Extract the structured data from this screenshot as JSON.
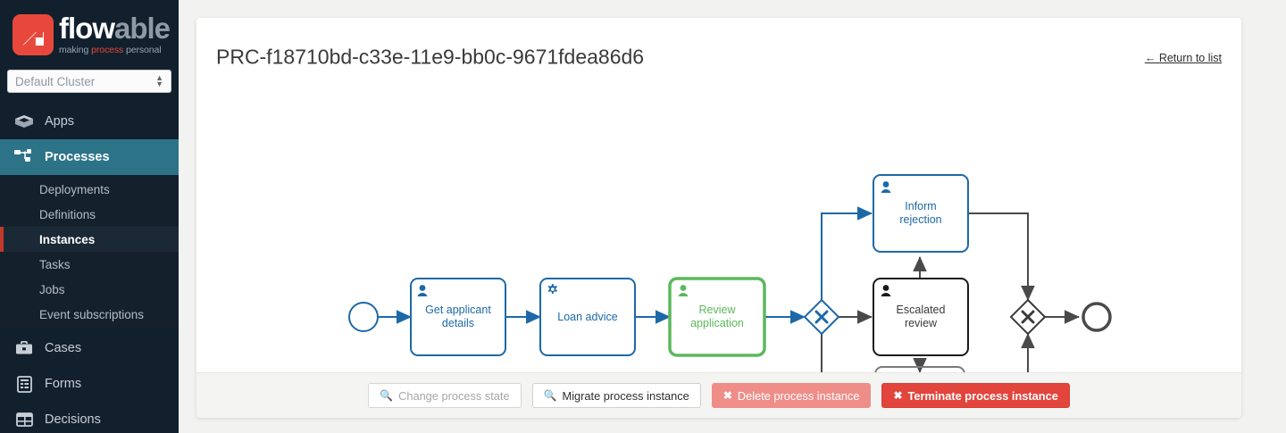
{
  "brand": {
    "word_1": "flow",
    "word_2": "able",
    "tagline_1": "making ",
    "tagline_2": "process",
    "tagline_3": " personal",
    "logo_icon": "flowable-logo-icon"
  },
  "cluster": {
    "value": "Default Cluster",
    "stepper_icon": "up-down-stepper-icon"
  },
  "sidebar": {
    "items": [
      {
        "label": "Apps",
        "icon": "apps-box-icon",
        "active": false
      },
      {
        "label": "Processes",
        "icon": "process-tree-icon",
        "active": true
      },
      {
        "label": "Cases",
        "icon": "briefcase-icon",
        "active": false
      },
      {
        "label": "Forms",
        "icon": "form-clipboard-icon",
        "active": false
      },
      {
        "label": "Decisions",
        "icon": "decision-table-icon",
        "active": false
      }
    ],
    "subitems": [
      {
        "label": "Deployments",
        "active": false
      },
      {
        "label": "Definitions",
        "active": false
      },
      {
        "label": "Instances",
        "active": true
      },
      {
        "label": "Tasks",
        "active": false
      },
      {
        "label": "Jobs",
        "active": false
      },
      {
        "label": "Event subscriptions",
        "active": false
      }
    ]
  },
  "header": {
    "title": "PRC-f18710bd-c33e-11e9-bb0c-9671fdea86d6",
    "return_link": "← Return to list"
  },
  "diagram": {
    "type": "bpmn-process-instance-diagram",
    "colors": {
      "completed": "#1d69a8",
      "active": "#4caf50",
      "pending": "#333333"
    },
    "nodes": [
      {
        "id": "start",
        "type": "start-event",
        "label": "",
        "state": "completed"
      },
      {
        "id": "get-applicant-details",
        "type": "user-task",
        "label_line1": "Get applicant",
        "label_line2": "details",
        "state": "completed"
      },
      {
        "id": "loan-advice",
        "type": "service-task",
        "label_line1": "Loan advice",
        "label_line2": "",
        "state": "completed"
      },
      {
        "id": "review-application",
        "type": "user-task",
        "label_line1": "Review",
        "label_line2": "application",
        "state": "active"
      },
      {
        "id": "gateway-1",
        "type": "exclusive-gateway",
        "label": "",
        "state": "completed"
      },
      {
        "id": "inform-rejection",
        "type": "user-task",
        "label_line1": "Inform",
        "label_line2": "rejection",
        "state": "completed"
      },
      {
        "id": "escalated-review",
        "type": "user-task",
        "label_line1": "Escalated",
        "label_line2": "review",
        "state": "pending"
      },
      {
        "id": "gateway-2",
        "type": "exclusive-gateway",
        "label": "",
        "state": "pending"
      },
      {
        "id": "end",
        "type": "end-event",
        "label": "",
        "state": "pending"
      }
    ]
  },
  "footer": {
    "buttons": [
      {
        "label": "Change process state",
        "icon": "magnifier-icon",
        "style": "ghost-muted"
      },
      {
        "label": "Migrate process instance",
        "icon": "magnifier-icon",
        "style": "ghost"
      },
      {
        "label": "Delete process instance",
        "icon": "cross-icon",
        "style": "danger-soft"
      },
      {
        "label": "Terminate process instance",
        "icon": "cross-icon",
        "style": "danger"
      }
    ]
  }
}
